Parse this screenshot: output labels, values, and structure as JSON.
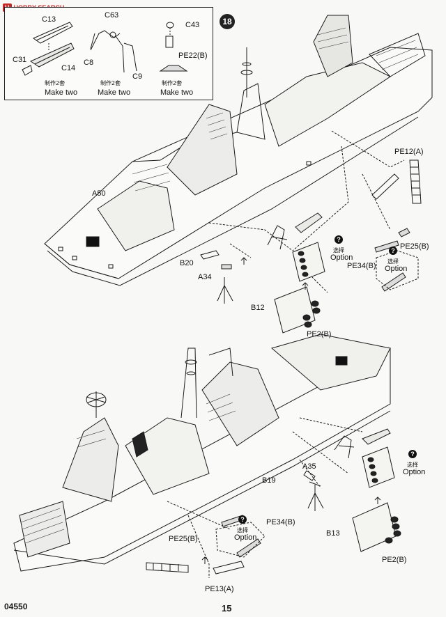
{
  "watermark": {
    "logo": "H",
    "text": "HOBBY SEARCH"
  },
  "inset": {
    "parts": [
      "C13",
      "C14",
      "C31",
      "C63",
      "C8",
      "C9",
      "C43",
      "PE22(B)"
    ],
    "make_two_cn": "制作2套",
    "make_two_en": "Make two"
  },
  "step_number": "18",
  "upper_callouts": {
    "a50": "A50",
    "pe12a": "PE12(A)",
    "pe25b": "PE25(B)",
    "pe34b": "PE34(B)",
    "b20": "B20",
    "a34": "A34",
    "b12": "B12",
    "pe2b": "PE2(B)",
    "option_cn": "选择",
    "option_en": "Option"
  },
  "lower_callouts": {
    "a35": "A35",
    "b19": "B19",
    "b13": "B13",
    "pe2b": "PE2(B)",
    "pe34b": "PE34(B)",
    "pe25b": "PE25(B)",
    "pe13a": "PE13(A)",
    "option_cn": "选择",
    "option_en": "Option"
  },
  "footer": {
    "kit_number": "04550",
    "page_number": "15"
  },
  "colors": {
    "line": "#1a1a1a",
    "hatch": "#333333",
    "paper": "#f8f8f6",
    "accent": "#c62828"
  }
}
